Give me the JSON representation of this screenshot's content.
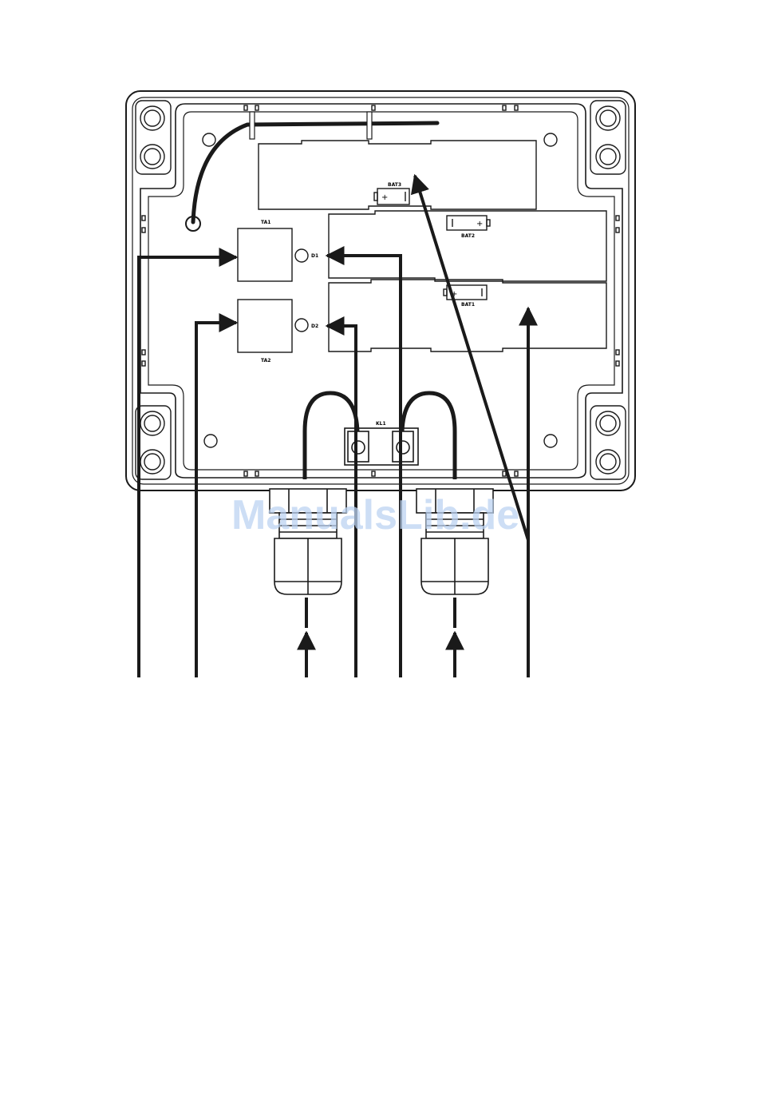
{
  "labels": {
    "bat1": "BAT1",
    "bat2": "BAT2",
    "bat3": "BAT3",
    "ta1": "TA1",
    "ta2": "TA2",
    "d1": "D1",
    "d2": "D2",
    "kl1": "KL1"
  },
  "watermark": "ManualsLib.de",
  "colors": {
    "line": "#1a1a1a",
    "watermark": "#bcd3f2"
  }
}
